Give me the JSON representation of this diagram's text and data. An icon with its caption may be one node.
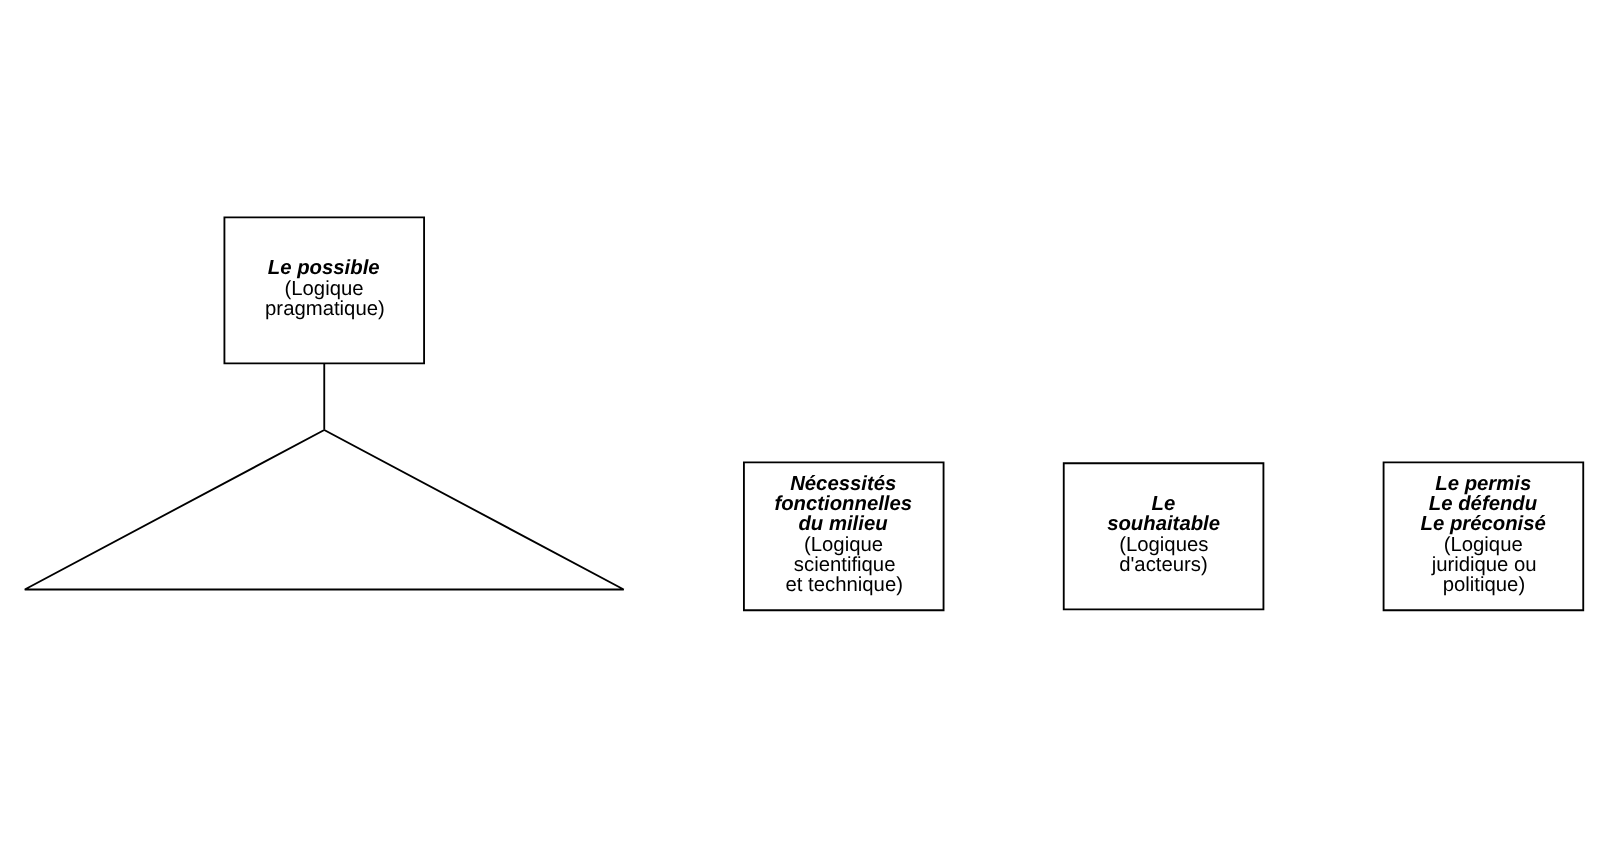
{
  "diagram": {
    "nodes": [
      {
        "text": [
          "Le possible",
          "(Logique pragmatique)"
        ]
      },
      {
        "text": [
          "Nécessités fonctionnelles du milieu",
          "(Logique scientifique et technique)"
        ]
      },
      {
        "text": [
          "Le souhaitable",
          "(Logiques d'acteurs)"
        ]
      },
      {
        "text": [
          "Le permis",
          "Le défendu",
          "Le préconisé",
          "(Logique juridique ou politique)"
        ]
      },
      {
        "text": [],
        "shape": "triangle"
      }
    ],
    "edges": [
      {
        "from": 0,
        "to": 4,
        "arrow": "none"
      }
    ]
  }
}
